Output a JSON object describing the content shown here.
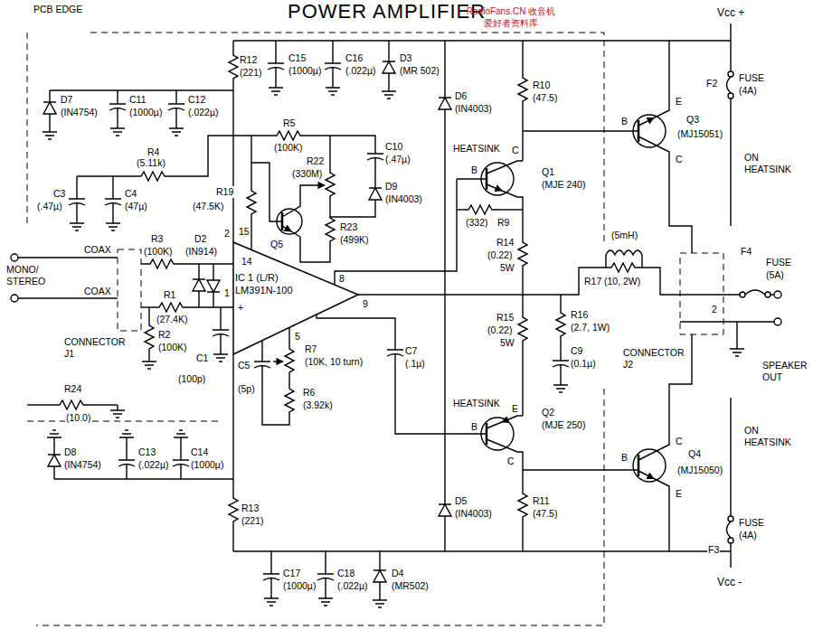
{
  "diagram": {
    "title": "POWER AMPLIFIER",
    "nodes": [
      {
        "text": [
          "IC 1 (L/R)",
          "LM391N-100"
        ]
      }
    ],
    "labels": [
      "PCB EDGE",
      "RadioFans.CN 收音机爱好者资料库",
      "R12",
      "(221)",
      "C15",
      "(1000µ)",
      "C16",
      "(.022µ)",
      "D3",
      "(MR 502)",
      "D6",
      "(IN4003)",
      "R10",
      "(47.5)",
      "Vcc +",
      "F2",
      "FUSE",
      "(4A)",
      "Q3",
      "(MJ15051)",
      "ON HEATSINK",
      "B",
      "E",
      "C",
      "D7",
      "(IN4754)",
      "C11",
      "(1000µ)",
      "C12",
      "(.022µ)",
      "R5",
      "(100K)",
      "C10",
      "(.47µ)",
      "R4",
      "(5.11k)",
      "R22",
      "(330M)",
      "D9",
      "(IN4003)",
      "C3",
      "(.47µ)",
      "C4",
      "(47µ)",
      "R19",
      "(47.5K)",
      "Q5",
      "R23",
      "(499K)",
      "HEATSINK",
      "B",
      "C",
      "Q1",
      "(MJE 240)",
      "R9",
      "(332)",
      "R14",
      "(0.22)",
      "5W",
      "(5mH)",
      "R17",
      "(10, 2W)",
      "F4",
      "FUSE",
      "(5A)",
      "COAX",
      "COAX",
      "MONO/ STEREO",
      "CONNECTOR J1",
      "R3",
      "(100K)",
      "D2",
      "(IN914)",
      "2",
      "15",
      "14",
      "R1",
      "(27.4K)",
      "1",
      "+",
      "R2",
      "(100K)",
      "C1",
      "(100p)",
      "R24",
      "(10.0)",
      "8",
      "9",
      "5",
      "C5",
      "(5p)",
      "R7",
      "(10K, 10 turn)",
      "R6",
      "(3.92k)",
      "C7",
      "(.1µ)",
      "R15",
      "(0.22)",
      "5W",
      "R16",
      "(2.7, 1W)",
      "C9",
      "(0.1µ)",
      "CONNECTOR J2",
      "2",
      "SPEAKER OUT",
      "HEATSINK",
      "B",
      "E",
      "C",
      "Q2",
      "(MJE 250)",
      "Q4",
      "(MJ15050)",
      "ON HEATSINK",
      "B",
      "C",
      "E",
      "D8",
      "(IN4754)",
      "C13",
      "(.022µ)",
      "C14",
      "(1000µ)",
      "R13",
      "(221)",
      "C17",
      "(1000µ)",
      "C18",
      "(.022µ)",
      "D4",
      "(MR502)",
      "D5",
      "(IN4003)",
      "R11",
      "(47.5)",
      "FUSE",
      "(4A)",
      "F3",
      "Vcc -"
    ]
  }
}
